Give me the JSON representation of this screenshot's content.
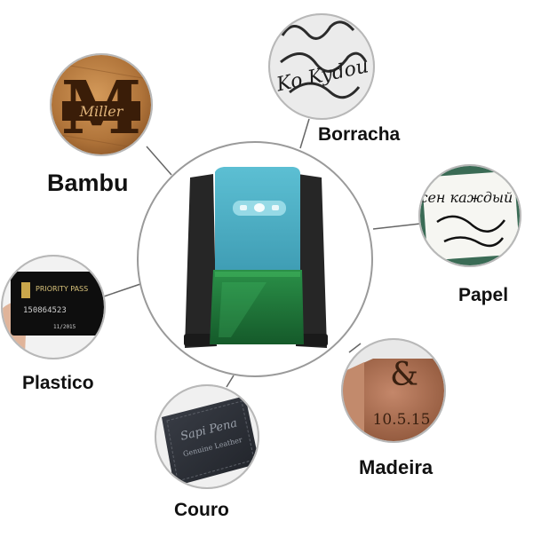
{
  "labels": {
    "bambu": "Bambu",
    "borracha": "Borracha",
    "papel": "Papel",
    "plastico": "Plastico",
    "madeira": "Madeira",
    "couro": "Couro"
  },
  "samples": {
    "bambu_engraving": "Miller",
    "borracha_engraving": "Ko Kydou",
    "papel_engraving": "Важен каждый миг",
    "plastico_card_brand": "PRIORITY PASS",
    "plastico_card_number": "150864523",
    "plastico_card_expiry": "11/2015",
    "madeira_symbol": "&",
    "madeira_date": "10.5.15",
    "couro_engraving": "Genuine Leather"
  },
  "colors": {
    "printer_top": "#4fb0c6",
    "printer_window": "#1f7a3c",
    "printer_frame": "#222222",
    "bamboo": "#b0743a",
    "wood": "#a86a48",
    "leather": "#2c2f36"
  },
  "icons": {
    "printer": "laser-engraver-icon"
  }
}
